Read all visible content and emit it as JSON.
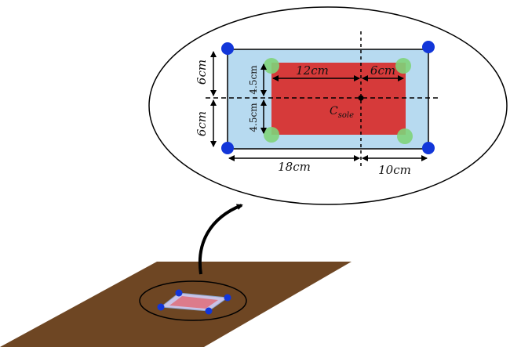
{
  "labels": {
    "dim_top_half": "6cm",
    "dim_bottom_half": "6cm",
    "dim_red_upper": "4.5cm",
    "dim_red_lower": "4.5cm",
    "dim_red_left": "12cm",
    "dim_red_right": "6cm",
    "dim_bottom_left": "18cm",
    "dim_bottom_right": "10cm",
    "center_main": "C",
    "center_sub": "sole"
  },
  "colors": {
    "ground": "#6e4623",
    "outer_plate": "#b7daf0",
    "inner_plate": "#d63a3a",
    "corner_marker": "#1236d9",
    "contact_marker": "#7fd37a"
  }
}
